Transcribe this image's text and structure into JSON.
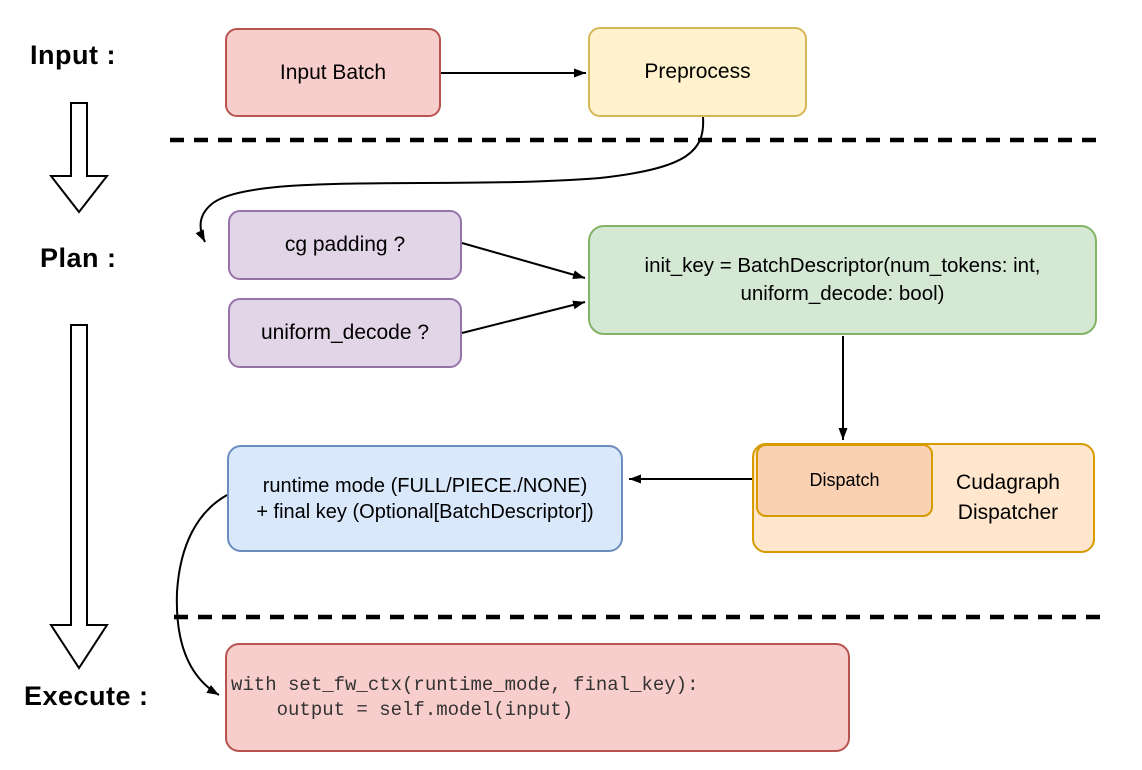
{
  "stage_labels": {
    "input": "Input :",
    "plan": "Plan :",
    "execute": "Execute :"
  },
  "nodes": {
    "input_batch": {
      "label": "Input Batch",
      "fill": "#F8CECC",
      "border": "#B85450"
    },
    "preprocess": {
      "label": "Preprocess",
      "fill": "#FFF2CC",
      "border": "#D6B656"
    },
    "cg_padding": {
      "label": "cg padding ?",
      "fill": "#E1D5E7",
      "border": "#9673A6"
    },
    "uniform_decode": {
      "label": "uniform_decode ?",
      "fill": "#E1D5E7",
      "border": "#9673A6"
    },
    "init_key": {
      "line1": "init_key = BatchDescriptor(num_tokens: int,",
      "line2": "uniform_decode: bool)",
      "fill": "#D5E8D4",
      "border": "#82B366"
    },
    "dispatch": {
      "label": "Dispatch",
      "fill": "#FAD1B2",
      "border": "#D79B00"
    },
    "cudagraph_dispatcher": {
      "line1": "Cudagraph",
      "line2": "Dispatcher",
      "fill": "#FFE6CC",
      "border": "#D79B00"
    },
    "runtime_mode": {
      "line1": "runtime mode (FULL/PIECE./NONE)",
      "line2": "+ final key (Optional[BatchDescriptor])",
      "fill": "#DAE8FC",
      "border": "#6C8EBF"
    },
    "execute_code": {
      "line1": "with set_fw_ctx(runtime_mode, final_key):",
      "line2": "    output = self.model(input)",
      "fill": "#F8CECC",
      "border": "#B85450",
      "text_color": "#333333"
    }
  },
  "colors": {
    "wire": "#000000",
    "background": "#FFFFFF"
  }
}
